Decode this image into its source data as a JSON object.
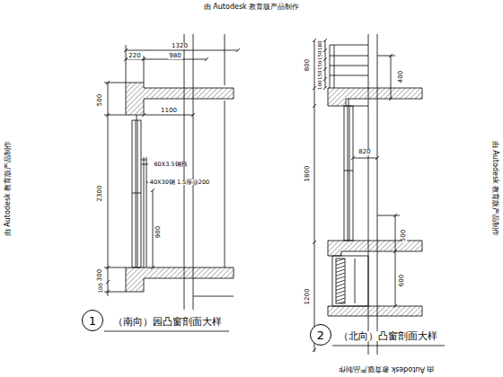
{
  "diagram": {
    "nodes": [
      {
        "text": [
          "1"
        ]
      },
      {
        "text": [
          "2"
        ]
      }
    ],
    "labels": [
      "由 Autodesk 教育版产品制作",
      "由 Autodesk 教育版产品制作",
      "由 Autodesk 教育版产品制作",
      "由 Autodesk 教育版产品制作",
      "1320",
      "220",
      "980",
      "1100",
      "500",
      "2300",
      "300",
      "100",
      "60X3.5钢板",
      "40X30钢 1.5厚@200",
      "900",
      "（南向）园凸窗剖面大样",
      "800",
      "180",
      "150",
      "150",
      "150",
      "100",
      "400",
      "1800",
      "820",
      "500",
      "600",
      "1200",
      "（北向）凸窗剖面大样"
    ]
  }
}
